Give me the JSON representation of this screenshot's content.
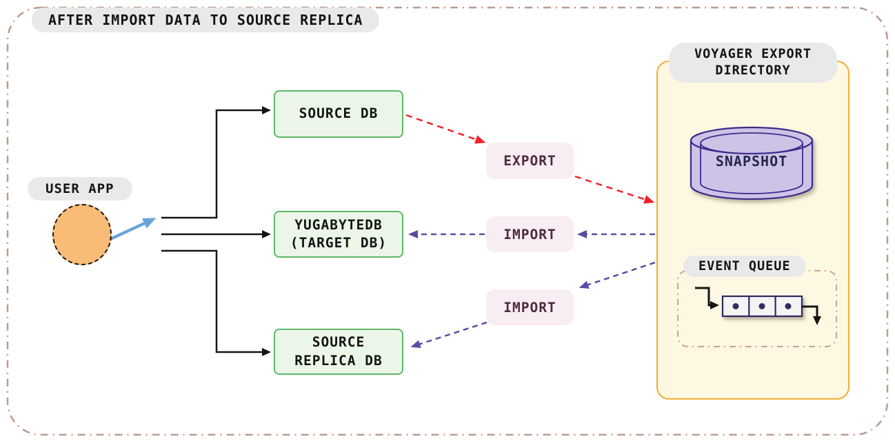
{
  "title": "AFTER IMPORT DATA TO SOURCE REPLICA",
  "user_app": {
    "label": "USER APP"
  },
  "nodes": {
    "source_db": {
      "label": "SOURCE DB"
    },
    "target_db": {
      "label": "YUGABYTEDB\n(TARGET DB)"
    },
    "source_replica_db": {
      "label": "SOURCE\nREPLICA DB"
    }
  },
  "operations": {
    "export": {
      "label": "EXPORT"
    },
    "import_target": {
      "label": "IMPORT"
    },
    "import_replica": {
      "label": "IMPORT"
    }
  },
  "voyager_panel": {
    "title": "VOYAGER EXPORT\nDIRECTORY",
    "snapshot_label": "SNAPSHOT",
    "event_queue_label": "EVENT QUEUE",
    "event_queue_item_count": 3
  },
  "colors": {
    "outer_border": "#bb9b8d",
    "pill_gray": "#e9e9e9",
    "flow_line_black": "#141414",
    "user_arrow_blue": "#6ba3d9",
    "export_arrow_red": "#f3212b",
    "import_arrow_purple": "#5b4ba2",
    "node_green_fill": "#ebf6e9",
    "node_green_border": "#5cb768",
    "op_pill_fill": "#f7edf2",
    "op_pill_text": "#4e2b3e",
    "panel_yellow_fill": "#fdf8e2",
    "panel_yellow_border": "#f0ad33",
    "snapshot_fill": "#cdc3e6",
    "snapshot_stroke": "#3f2a8c",
    "event_queue_border": "#cc9f98",
    "user_circle_fill": "#f9bc77"
  }
}
